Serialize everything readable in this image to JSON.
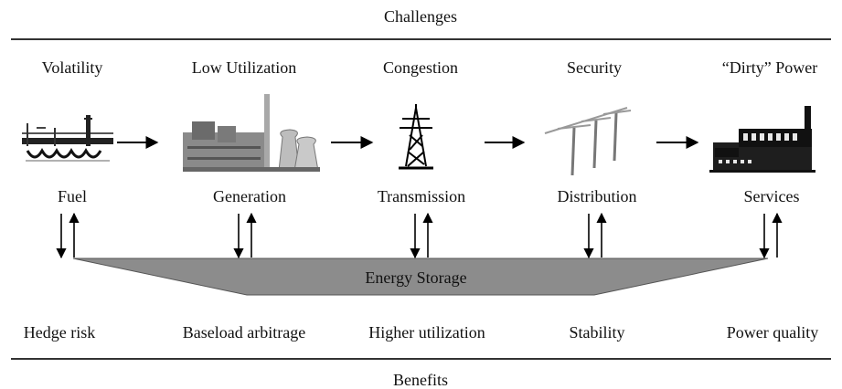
{
  "header": {
    "title": "Challenges"
  },
  "footer": {
    "title": "Benefits"
  },
  "stages": [
    {
      "challenge": "Volatility",
      "stage": "Fuel",
      "benefit": "Hedge risk",
      "icon": "oil-pipeline-icon"
    },
    {
      "challenge": "Low Utilization",
      "stage": "Generation",
      "benefit": "Baseload arbitrage",
      "icon": "power-plant-icon"
    },
    {
      "challenge": "Congestion",
      "stage": "Transmission",
      "benefit": "Higher utilization",
      "icon": "transmission-tower-icon"
    },
    {
      "challenge": "Security",
      "stage": "Distribution",
      "benefit": "Stability",
      "icon": "utility-pole-icon"
    },
    {
      "challenge": "“Dirty” Power",
      "stage": "Services",
      "benefit": "Power quality",
      "icon": "factory-icon"
    }
  ],
  "storage": {
    "label": "Energy Storage",
    "fill_color": "#8c8c8c"
  }
}
